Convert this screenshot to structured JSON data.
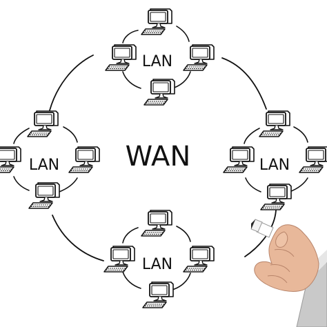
{
  "diagram": {
    "center_label": "WAN",
    "clusters": [
      {
        "id": "top",
        "label": "LAN"
      },
      {
        "id": "left",
        "label": "LAN"
      },
      {
        "id": "right",
        "label": "LAN"
      },
      {
        "id": "bottom",
        "label": "LAN"
      }
    ]
  },
  "colors": {
    "ink": "#111111",
    "skin": "#e8b89a",
    "marker_cap": "#ffffff",
    "sleeve": "#c9c9c9"
  }
}
